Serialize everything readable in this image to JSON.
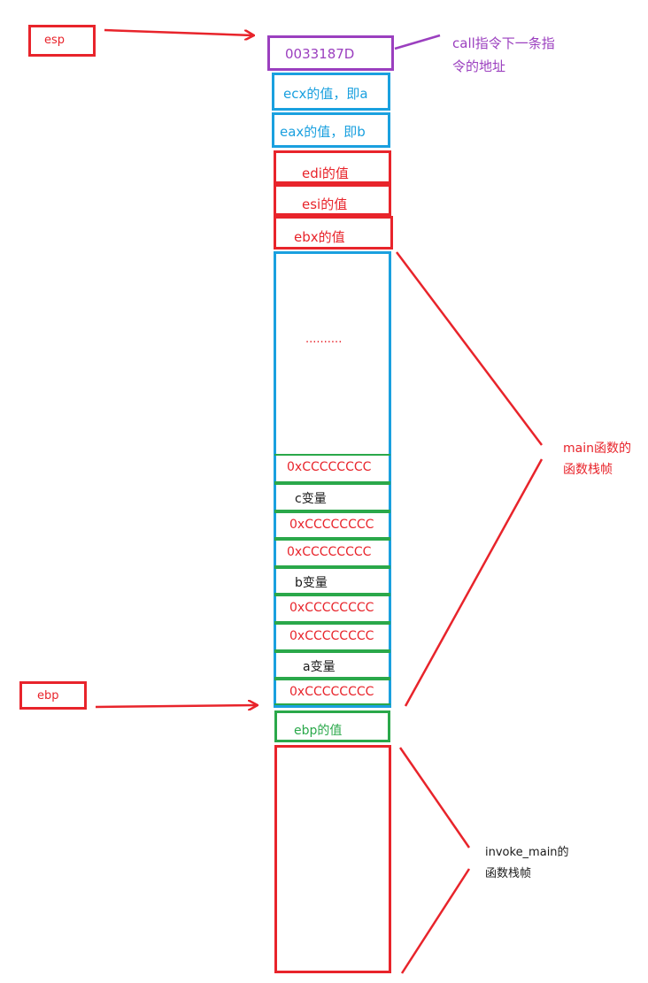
{
  "pointers": {
    "esp": "esp",
    "ebp": "ebp"
  },
  "stack": {
    "return_address": "0033187D",
    "ecx": "ecx的值，即a",
    "eax": "eax的值，即b",
    "edi": "edi的值",
    "esi": "esi的值",
    "ebx": "ebx的值",
    "ellipsis": "..........",
    "cells": [
      "0xCCCCCCCC",
      "c变量",
      "0xCCCCCCCC",
      "0xCCCCCCCC",
      "b变量",
      "0xCCCCCCCC",
      "0xCCCCCCCC",
      "a变量",
      "0xCCCCCCCC"
    ],
    "saved_ebp": "ebp的值"
  },
  "annotations": {
    "call_note_line1": "call指令下一条指",
    "call_note_line2": "令的地址",
    "main_frame_line1": "main函数的",
    "main_frame_line2": "函数栈帧",
    "invoke_frame_line1": "invoke_main的",
    "invoke_frame_line2": "函数栈帧"
  },
  "colors": {
    "red": "#e8242b",
    "blue": "#1aa0df",
    "purple": "#9b3fbf",
    "green": "#2aa84a"
  }
}
